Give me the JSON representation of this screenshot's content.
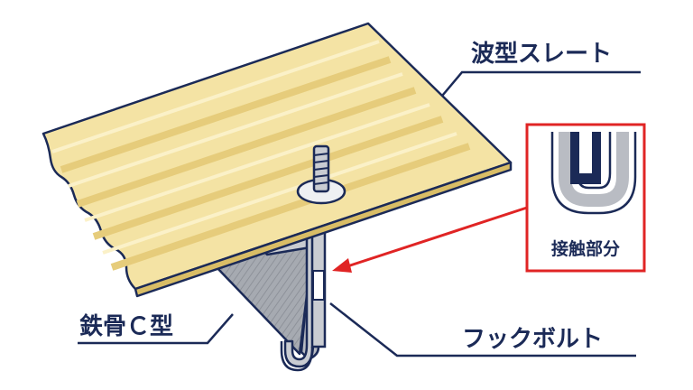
{
  "labels": {
    "slate": "波型スレート",
    "hook_bolt": "フックボルト",
    "steel_c": "鉄骨Ｃ型",
    "contact": "接触部分"
  },
  "colors": {
    "navy": "#1b2a57",
    "slate_fill": "#f4e3a4",
    "slate_ridge": "#e6cc7b",
    "slate_edge": "#d9bd66",
    "steel": "#9fa3aa",
    "steel_dark": "#7d8189",
    "bolt": "#c3c6cc",
    "accent_red": "#e02424"
  }
}
